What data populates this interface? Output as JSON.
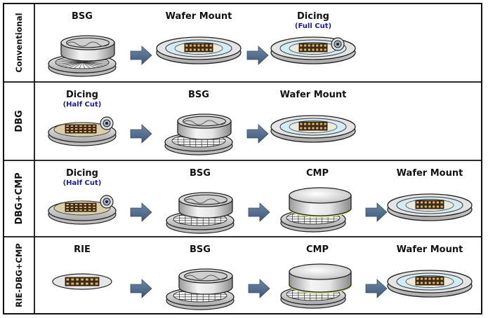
{
  "rows": [
    {
      "label": "Conventional",
      "steps": [
        {
          "title": "BSG",
          "sub": "",
          "kind": "bsg_radial"
        },
        {
          "title": "Wafer Mount",
          "sub": "",
          "kind": "mount"
        },
        {
          "title": "Dicing",
          "sub": "(Full Cut)",
          "kind": "mount_dice"
        }
      ]
    },
    {
      "label": "DBG",
      "steps": [
        {
          "title": "Dicing",
          "sub": "(Half Cut)",
          "kind": "dice_half"
        },
        {
          "title": "BSG",
          "sub": "",
          "kind": "bsg_grid"
        },
        {
          "title": "Wafer Mount",
          "sub": "",
          "kind": "mount"
        }
      ]
    },
    {
      "label": "DBG+CMP",
      "steps": [
        {
          "title": "Dicing",
          "sub": "(Half Cut)",
          "kind": "dice_half"
        },
        {
          "title": "BSG",
          "sub": "",
          "kind": "bsg_grid"
        },
        {
          "title": "CMP",
          "sub": "",
          "kind": "cmp"
        },
        {
          "title": "Wafer Mount",
          "sub": "",
          "kind": "mount"
        }
      ]
    },
    {
      "label": "RIE-DBG+CMP",
      "steps": [
        {
          "title": "RIE",
          "sub": "",
          "kind": "rie"
        },
        {
          "title": "BSG",
          "sub": "",
          "kind": "bsg_grid"
        },
        {
          "title": "CMP",
          "sub": "",
          "kind": "cmp"
        },
        {
          "title": "Wafer Mount",
          "sub": "",
          "kind": "mount"
        }
      ]
    }
  ],
  "colors": {
    "arrow": "#4f6b8c",
    "film": "#d2ecf6",
    "ring": "#d6d6d6",
    "chip": "#e3b257",
    "die_dark": "#3a2a1e",
    "sub_text": "#1a1aa8",
    "border": "#111111"
  }
}
